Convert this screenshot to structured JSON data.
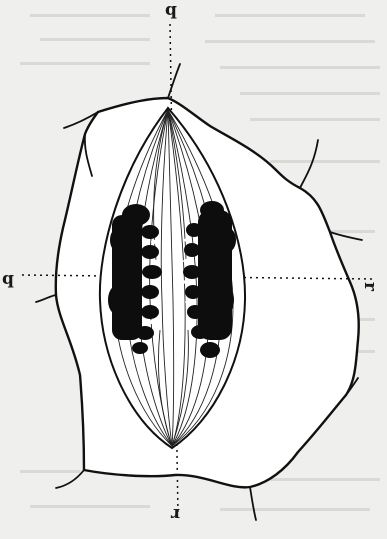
{
  "figure": {
    "axis_labels": {
      "top": "q",
      "left": "q",
      "right": "r",
      "bottom": "r"
    },
    "colors": {
      "ink": "#111111",
      "paper": "#efefed",
      "cell_interior": "#ffffff",
      "bleed_through": "#c6c6c2"
    }
  }
}
